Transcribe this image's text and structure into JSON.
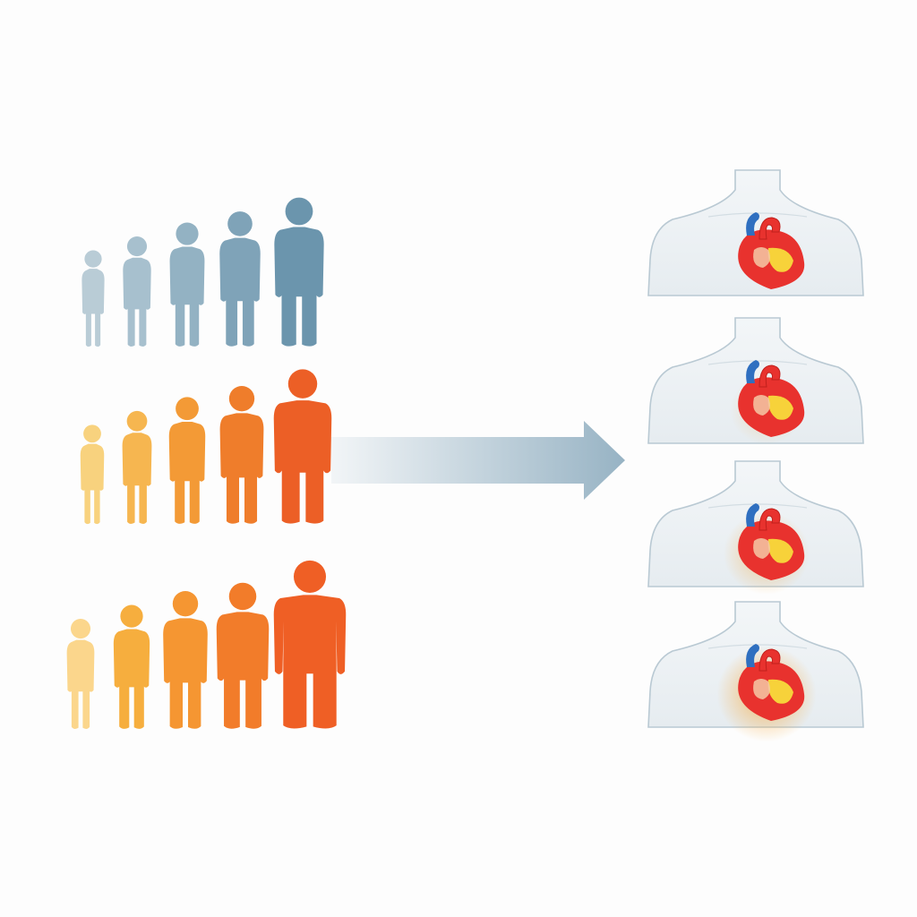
{
  "people_groups": [
    {
      "id": "row-1",
      "colors": [
        "#b9ccd6",
        "#a7c0ce",
        "#93b2c3",
        "#7fa3b8",
        "#6b95ad"
      ]
    },
    {
      "id": "row-2",
      "colors": [
        "#f8d27e",
        "#f6b650",
        "#f39a36",
        "#ef7d2b",
        "#ec5f26"
      ]
    },
    {
      "id": "row-3",
      "colors": [
        "#fbd68c",
        "#f6ae3e",
        "#f59632",
        "#f27c2a",
        "#ef5f25"
      ]
    }
  ],
  "arrow": {
    "color_start": "#f2f5f7",
    "color_end": "#97b3c4"
  },
  "torsos": [
    {
      "id": "torso-1",
      "glow_level": 0.0
    },
    {
      "id": "torso-2",
      "glow_level": 0.35
    },
    {
      "id": "torso-3",
      "glow_level": 0.6
    },
    {
      "id": "torso-4",
      "glow_level": 0.85
    }
  ],
  "heart_colors": {
    "body": "#e8322e",
    "vessel": "#2f6fc0",
    "fat": "#f7d23a",
    "glow": "#f5a83a"
  }
}
